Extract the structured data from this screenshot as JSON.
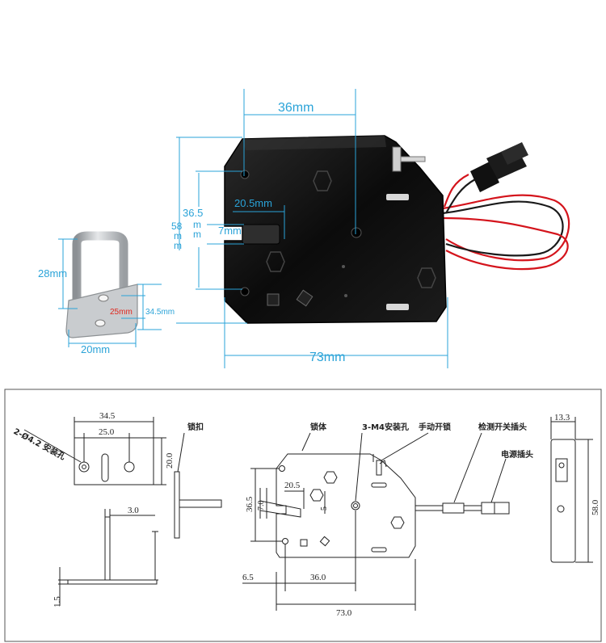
{
  "photo": {
    "lock_width": "36mm",
    "lock_total_width": "73mm",
    "lock_hole_height": "36.5",
    "lock_height_lines": [
      "58",
      "m",
      "m"
    ],
    "hole_mm_lines": [
      "m",
      "m"
    ],
    "bolt_length": "20.5mm",
    "bolt_height": "7mm",
    "bracket_height": "28mm",
    "bracket_width": "20mm",
    "bracket_hole_spacing": "25mm",
    "bracket_plate_length": "34.5mm"
  },
  "drawing": {
    "strike": {
      "width": "34.5",
      "hole_spacing": "25.0",
      "height": "20.0",
      "holes_label": "2-Ø4.2 安装孔",
      "thickness": "3.0",
      "plate_thickness": "1.5"
    },
    "labels": {
      "lock_catch": "锁扣",
      "lock_body": "锁体",
      "mount_holes": "3-M4安装孔",
      "manual_unlock": "手动开锁",
      "detect_switch_plug": "检测开关插头",
      "power_plug": "电源插头"
    },
    "body": {
      "bolt_length": "20.5",
      "bolt_height": "7.0",
      "bolt_gap": "5",
      "hole_height": "36.5",
      "left_offset": "6.5",
      "hole_spacing": "36.0",
      "total_width": "73.0"
    },
    "side": {
      "depth": "13.3",
      "height": "58.0"
    }
  },
  "colors": {
    "dimension": "#2aa3d8",
    "accent_red": "#e0261d",
    "lock_body": "#0d0d0d",
    "wire_red": "#d4141c",
    "steel": "#b9bcbf"
  }
}
